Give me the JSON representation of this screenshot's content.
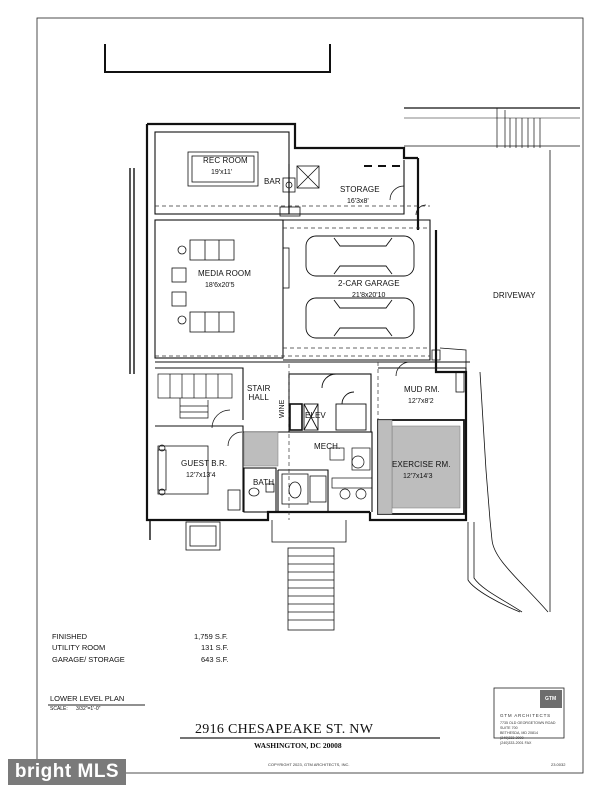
{
  "rooms": {
    "rec_room": {
      "name": "REC ROOM",
      "dim": "19'x11'"
    },
    "bar": {
      "name": "BAR"
    },
    "storage": {
      "name": "STORAGE",
      "dim": "16'3x8'"
    },
    "media_room": {
      "name": "MEDIA ROOM",
      "dim": "18'6x20'5"
    },
    "garage": {
      "name": "2-CAR GARAGE",
      "dim": "21'8x20'10"
    },
    "driveway": {
      "name": "DRIVEWAY"
    },
    "stair_hall": {
      "name": "STAIR\nHALL"
    },
    "wine": {
      "name": "WINE"
    },
    "elev": {
      "name": "ELEV"
    },
    "mud_room": {
      "name": "MUD RM.",
      "dim": "12'7x8'2"
    },
    "mech": {
      "name": "MECH."
    },
    "guest_br": {
      "name": "GUEST B.R.",
      "dim": "12'7x13'4"
    },
    "bath": {
      "name": "BATH"
    },
    "exercise_rm": {
      "name": "EXERCISE RM.",
      "dim": "12'7x14'3"
    }
  },
  "areas": [
    {
      "label": "FINISHED",
      "value": "1,759 S.F."
    },
    {
      "label": "UTILITY ROOM",
      "value": "131 S.F."
    },
    {
      "label": "GARAGE/ STORAGE",
      "value": "643 S.F."
    }
  ],
  "plan": {
    "title": "LOWER LEVEL PLAN",
    "scale_label": "SCALE:",
    "scale_value": "3/32\"=1'-0\""
  },
  "title_block": {
    "address": "2916 CHESAPEAKE ST. NW",
    "city": "WASHINGTON,  DC  20008",
    "copyright": "COPYRIGHT 2023, GTM ARCHITECTS, INC.",
    "sheet_no": "23.0032"
  },
  "firm": {
    "name": "GTM ARCHITECTS",
    "logo_text": "GTM",
    "info": "7735 OLD GEORGETOWN ROAD\nSUITE 700\nBETHESDA, MD 20814\n(240)333-2000\n(240)333-2001 FAX"
  },
  "watermark": {
    "text": "bright MLS"
  },
  "colors": {
    "line": "#111111",
    "gray_fill": "#bdbdbd",
    "watermark_bg": "#7a7a7a"
  }
}
